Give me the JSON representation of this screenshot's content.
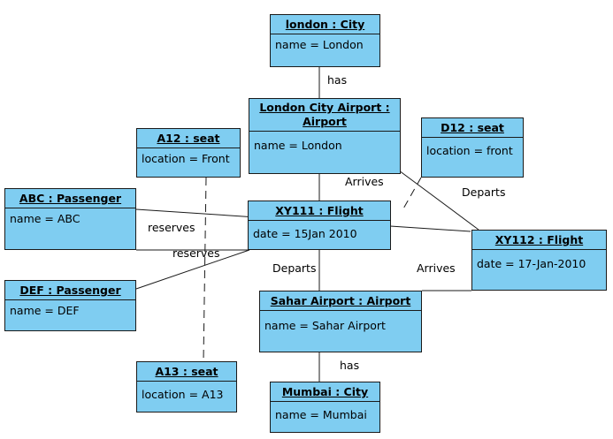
{
  "objects": {
    "london": {
      "title": "london : City",
      "attr": "name = London"
    },
    "lca": {
      "title": "London City Airport : Airport",
      "attr": "name = London"
    },
    "a12": {
      "title": "A12 : seat",
      "attr": "location = Front"
    },
    "d12": {
      "title": "D12 : seat",
      "attr": "location = front"
    },
    "abc": {
      "title": "ABC : Passenger",
      "attr": "name = ABC"
    },
    "xy111": {
      "title": "XY111 : Flight",
      "attr": "date = 15Jan 2010"
    },
    "xy112": {
      "title": "XY112 : Flight",
      "attr": "date = 17-Jan-2010"
    },
    "def": {
      "title": "DEF : Passenger",
      "attr": "name = DEF"
    },
    "sahar": {
      "title": "Sahar Airport : Airport",
      "attr": "name = Sahar Airport"
    },
    "a13": {
      "title": "A13 : seat",
      "attr": "location = A13"
    },
    "mumbai": {
      "title": "Mumbai : City",
      "attr": "name = Mumbai"
    }
  },
  "links": {
    "has_top": "has",
    "arrives_xy111": "Arrives",
    "departs_xy112": "Departs",
    "reserves_abc": "reserves",
    "reserves_def": "reserves",
    "departs_xy111": "Departs",
    "arrives_xy112": "Arrives",
    "has_bottom": "has"
  }
}
